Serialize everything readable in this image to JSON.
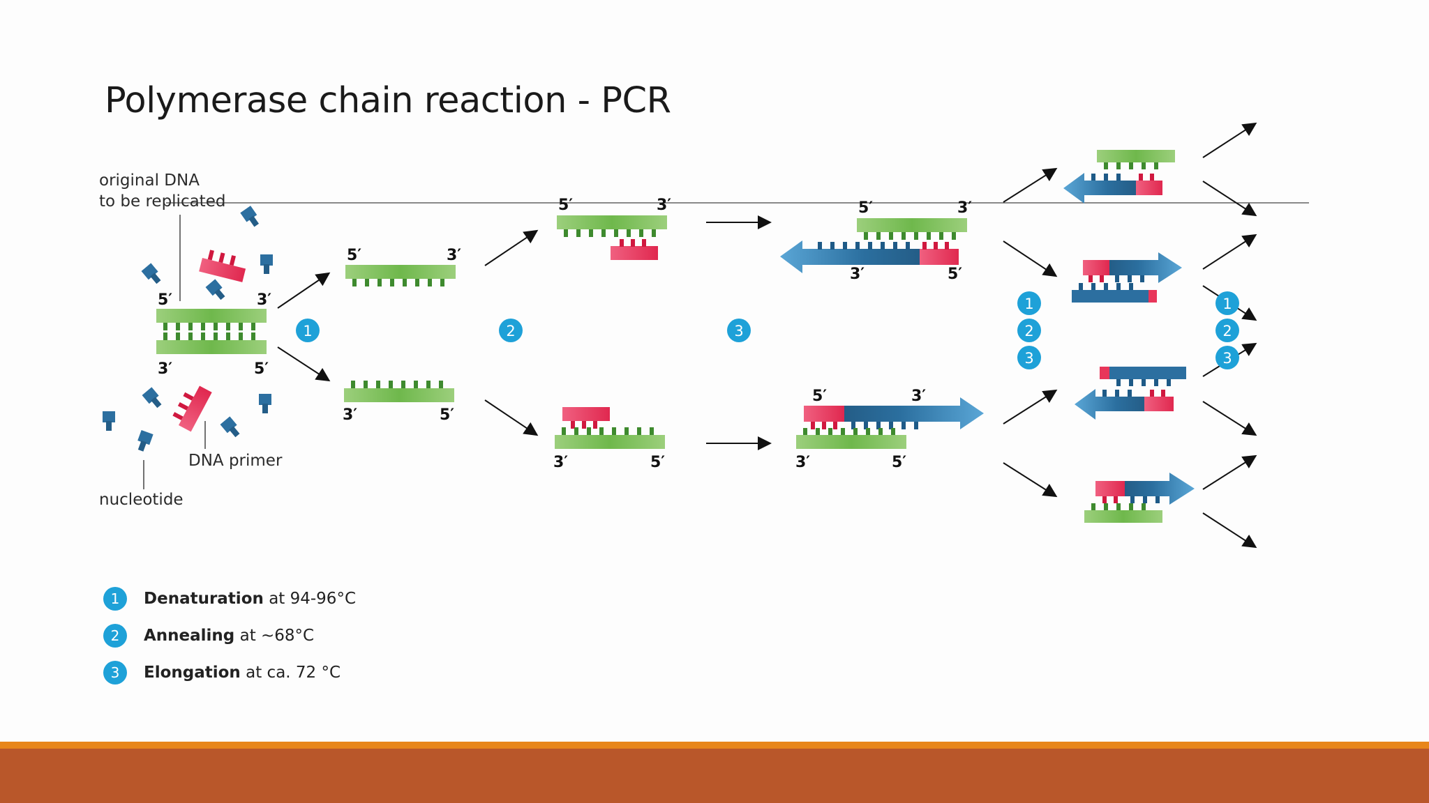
{
  "title": "Polymerase chain reaction - PCR",
  "labels": {
    "original_dna": [
      "original DNA",
      "to be replicated"
    ],
    "dna_primer": "DNA primer",
    "nucleotide": "nucleotide",
    "five_prime": "5′",
    "three_prime": "3′"
  },
  "steps": [
    "1",
    "2",
    "3"
  ],
  "legend": [
    {
      "num": "1",
      "term": "Denaturation",
      "detail": "at 94-96°C"
    },
    {
      "num": "2",
      "term": "Annealing",
      "detail": "at ~68°C"
    },
    {
      "num": "3",
      "term": "Elongation",
      "detail": "at ca. 72 °C"
    }
  ],
  "colors": {
    "template_green": "#7cc05a",
    "primer_red": "#e8365a",
    "new_strand_blue": "#2c6fa0",
    "step_badge": "#1ea1d8",
    "footer_orange": "#e8861a",
    "footer_brown": "#b9572a"
  }
}
